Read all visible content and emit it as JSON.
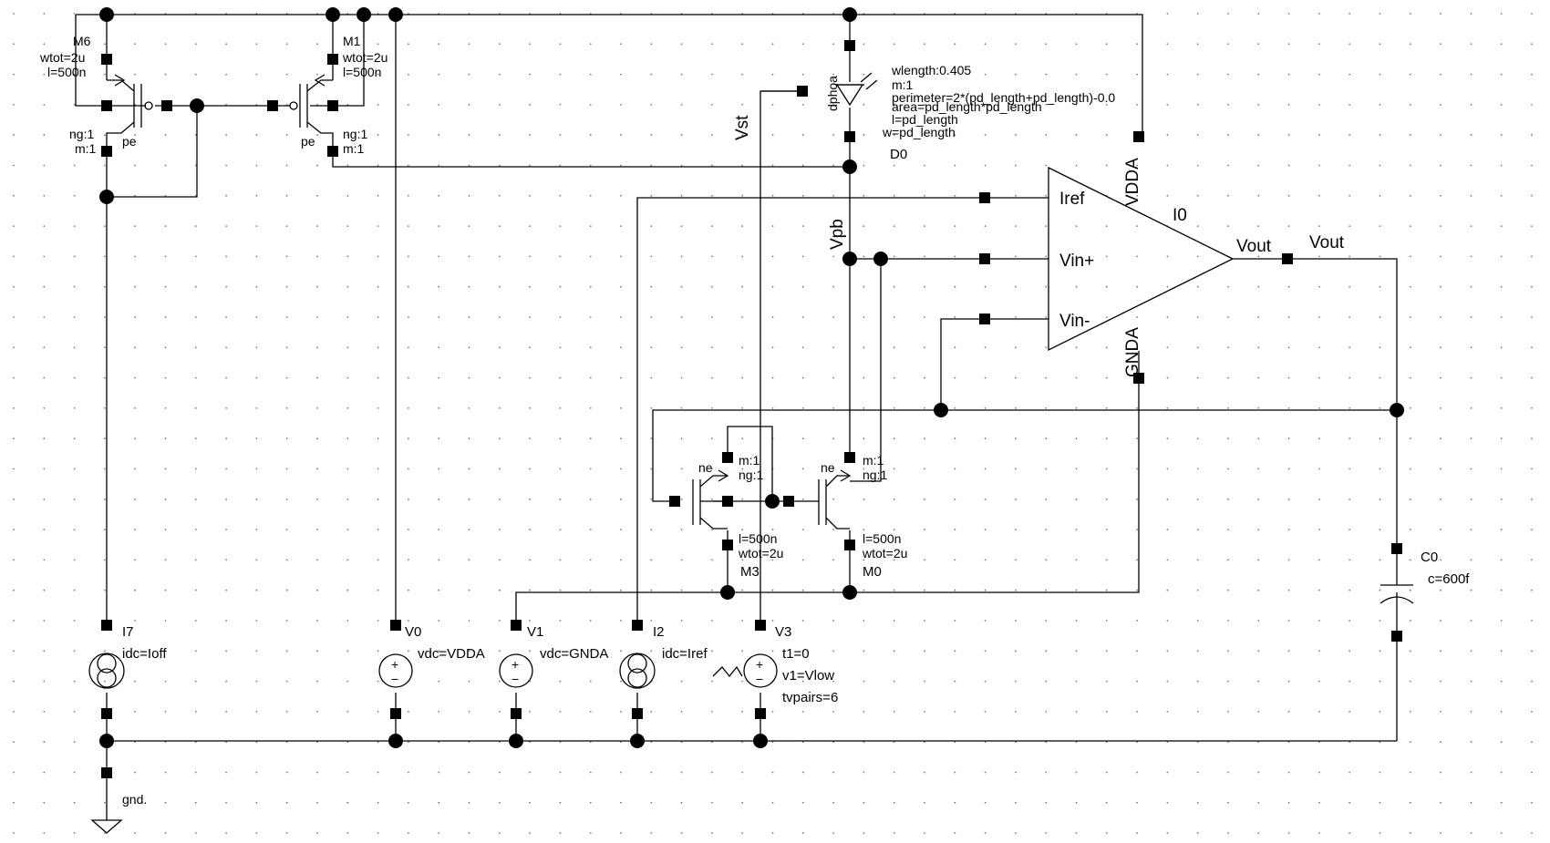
{
  "colors": {
    "background": "#ffffff",
    "wire": "#000000",
    "grid": "#7a7a7a"
  },
  "nets": {
    "vst": "Vst",
    "vpb": "Vpb",
    "vout_pin": "Vout",
    "vout_net": "Vout",
    "gnd": "gnd."
  },
  "m6": {
    "name": "M6",
    "wtot": "wtot=2u",
    "l": "l=500n",
    "ng": "ng:1",
    "m": "m:1",
    "model": "pe"
  },
  "m1": {
    "name": "M1",
    "wtot": "wtot=2u",
    "l": "l=500n",
    "ng": "ng:1",
    "m": "m:1",
    "model": "pe"
  },
  "d0": {
    "name": "D0",
    "model": "dphoa",
    "params": [
      "wlength:0.405",
      "m:1",
      "perimeter=2*(pd_length+pd_length)-0.0",
      "area=pd_length*pd_length",
      "l=pd_length",
      "w=pd_length"
    ]
  },
  "i0": {
    "name": "I0",
    "pin_iref": "Iref",
    "pin_vinp": "Vin+",
    "pin_vinm": "Vin-",
    "pin_vdda": "VDDA",
    "pin_gnda": "GNDA"
  },
  "m3": {
    "name": "M3",
    "model": "ne",
    "m": "m:1",
    "ng": "ng:1",
    "l": "l=500n",
    "wtot": "wtot=2u"
  },
  "m0": {
    "name": "M0",
    "model": "ne",
    "m": "m:1",
    "ng": "ng:1",
    "l": "l=500n",
    "wtot": "wtot=2u"
  },
  "c0": {
    "name": "C0",
    "value": "c=600f"
  },
  "i7": {
    "name": "I7",
    "value": "idc=Ioff"
  },
  "v0": {
    "name": "V0",
    "value": "vdc=VDDA"
  },
  "v1": {
    "name": "V1",
    "value": "vdc=GNDA"
  },
  "i2": {
    "name": "I2",
    "value": "idc=Iref"
  },
  "v3": {
    "name": "V3",
    "params": [
      "t1=0",
      "v1=Vlow",
      "tvpairs=6"
    ]
  },
  "sign": {
    "plus": "+",
    "minus": "−"
  }
}
